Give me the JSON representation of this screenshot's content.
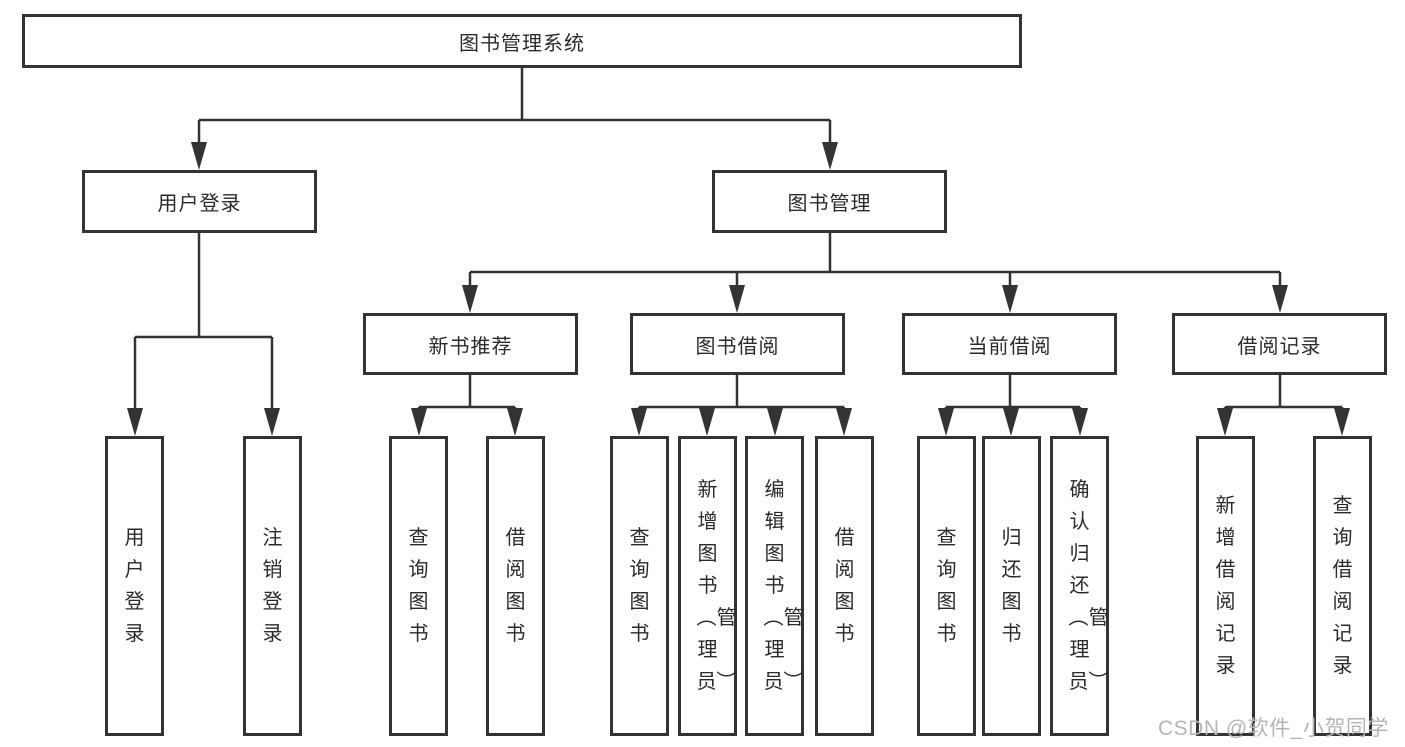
{
  "tree": {
    "label": "图书管理系统",
    "children": [
      {
        "label": "用户登录",
        "children": [
          {
            "label": "用户登录"
          },
          {
            "label": "注销登录"
          }
        ]
      },
      {
        "label": "图书管理",
        "children": [
          {
            "label": "新书推荐",
            "children": [
              {
                "label": "查询图书"
              },
              {
                "label": "借阅图书"
              }
            ]
          },
          {
            "label": "图书借阅",
            "children": [
              {
                "label": "查询图书"
              },
              {
                "label": "新增图书（管理员）"
              },
              {
                "label": "编辑图书（管理员）"
              },
              {
                "label": "借阅图书"
              }
            ]
          },
          {
            "label": "当前借阅",
            "children": [
              {
                "label": "查询图书"
              },
              {
                "label": "归还图书"
              },
              {
                "label": "确认归还（管理员）"
              }
            ]
          },
          {
            "label": "借阅记录",
            "children": [
              {
                "label": "新增借阅记录"
              },
              {
                "label": "查询借阅记录"
              }
            ]
          }
        ]
      }
    ]
  },
  "watermark": {
    "text": "CSDN @软件_小贺同学"
  },
  "colors": {
    "line": "#333333",
    "text": "#2b2b2b",
    "watermark": "#b5b5b5",
    "background": "#ffffff"
  }
}
